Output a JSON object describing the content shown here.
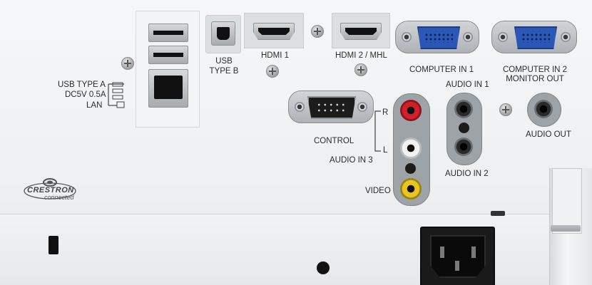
{
  "panel": {
    "brand": {
      "name": "CRESTRON",
      "sub": "connected"
    },
    "labels": {
      "usb_type_a": "USB TYPE A",
      "dc5v": "DC5V 0.5A",
      "lan": "LAN",
      "usb_type_b_line1": "USB",
      "usb_type_b_line2": "TYPE B",
      "hdmi1": "HDMI 1",
      "hdmi2": "HDMI 2 / MHL",
      "computer_in1": "COMPUTER IN 1",
      "computer_in2_line1": "COMPUTER IN 2",
      "computer_in2_line2": "MONITOR OUT",
      "control": "CONTROL",
      "audio_in1": "AUDIO IN 1",
      "audio_in2": "AUDIO IN 2",
      "audio_in3": "AUDIO IN 3",
      "audio_out": "AUDIO OUT",
      "r": "R",
      "l": "L",
      "video": "VIDEO"
    },
    "colors": {
      "vga_blue": "#2b57b6",
      "rca_red": "#d0202a",
      "rca_white": "#f2f2f2",
      "rca_yellow": "#e8c61f",
      "audio_jack": "#1a1a1a"
    }
  }
}
